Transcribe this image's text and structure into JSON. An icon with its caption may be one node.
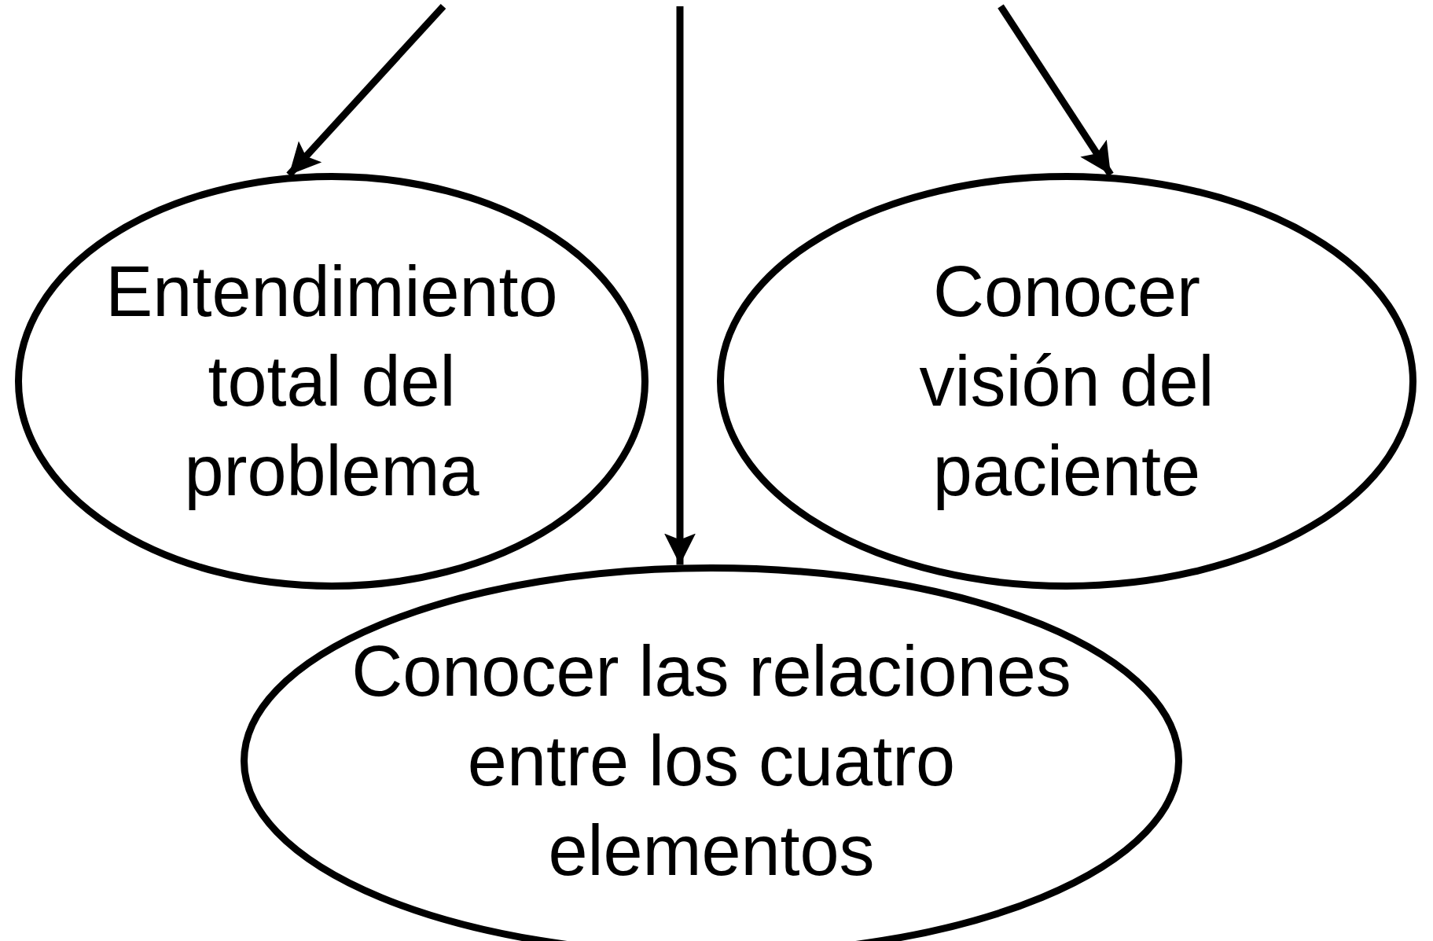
{
  "diagram": {
    "nodes": [
      {
        "text": [
          "Entendimiento total del problema"
        ]
      },
      {
        "text": [
          "Conocer visión del paciente"
        ]
      },
      {
        "text": [
          "Conocer las relaciones entre los cuatro elementos"
        ]
      }
    ],
    "edges": [
      {
        "from": null,
        "to": 0,
        "arrow": "to"
      },
      {
        "from": null,
        "to": 2,
        "arrow": "to"
      },
      {
        "from": null,
        "to": 1,
        "arrow": "to"
      }
    ]
  }
}
